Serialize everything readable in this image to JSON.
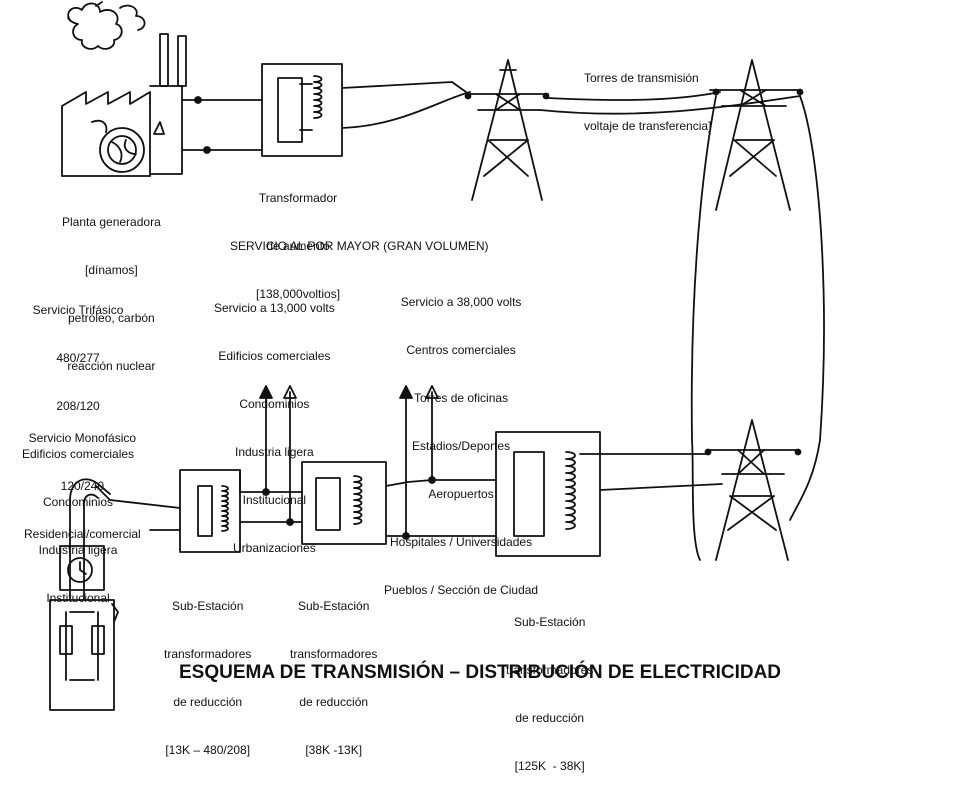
{
  "title": "ESQUEMA DE TRANSMISIÓN – DISTRIBUCIÓN DE ELECTRICIDAD",
  "labels": {
    "torres": [
      "Torres de transmisión",
      "voltaje de transferencia]"
    ],
    "transformador": [
      "Transformador",
      "de aumento",
      "[138,000voltios]"
    ],
    "planta": [
      "Planta generadora",
      "[dínamos]",
      "petróleo, carbón",
      "reacción nuclear"
    ],
    "servicio_mayor": "SERVICIO AL POR MAYOR (GRAN VOLUMEN)",
    "servicio_13000": [
      "Servicio a 13,000 volts",
      "Edificios comerciales",
      "Condominios",
      "Industria ligera",
      "Institucional",
      "Urbanizaciones"
    ],
    "servicio_38000": [
      "Servicio a 38,000 volts",
      "Centros comerciales",
      "Torres de oficinas",
      "Estadios/Deportes",
      "Aeropuertos",
      "Hospitales / Universidades",
      "Pueblos / Sección de Ciudad"
    ],
    "trifasico": [
      "Servicio Trifásico",
      "480/277",
      "208/120",
      "Edificios comerciales",
      "Condominios",
      "Industria ligera",
      "Institucional"
    ],
    "monofasico": [
      "Servicio Monofásico",
      "120/240",
      "Residencial/comercial"
    ],
    "subestacion_1": [
      "Sub-Estación",
      "transformadores",
      "de reducción",
      "[13K – 480/208]"
    ],
    "subestacion_2": [
      "Sub-Estación",
      "transformadores",
      "de reducción",
      "[38K -13K]"
    ],
    "subestacion_3": [
      "Sub-Estación",
      "transformadores",
      "de reducción",
      "[125K  - 38K]"
    ]
  }
}
